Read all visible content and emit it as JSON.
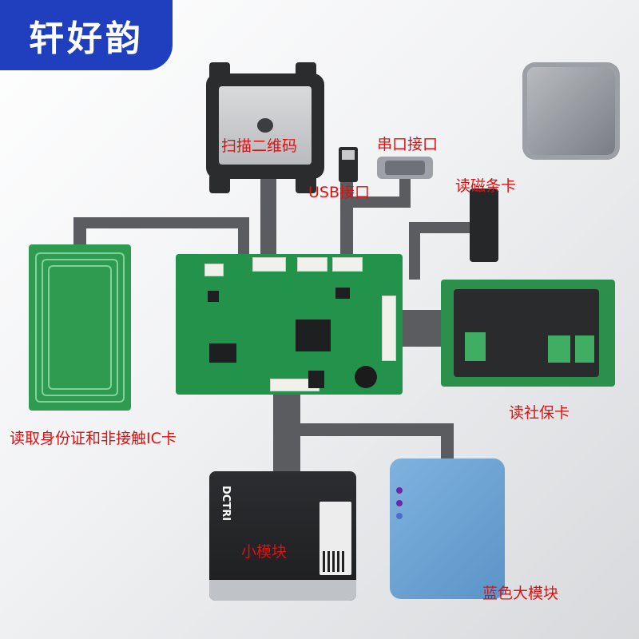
{
  "brand": {
    "name": "轩好韵"
  },
  "labels": {
    "scanner": "扫描二维码",
    "serial": "串口接口",
    "usb": "USB接口",
    "magstripe": "读磁条卡",
    "idcard": "读取身份证和非接触IC卡",
    "social": "读社保卡",
    "small_module": "小模块",
    "large_module": "蓝色大模块"
  },
  "small_module_brand": "DCTRI",
  "colors": {
    "label": "#e01010",
    "banner": "#1f3fbf",
    "cable": "#5a5c60",
    "pcb": "#23924a",
    "blue_module": "#6aa3d4"
  }
}
